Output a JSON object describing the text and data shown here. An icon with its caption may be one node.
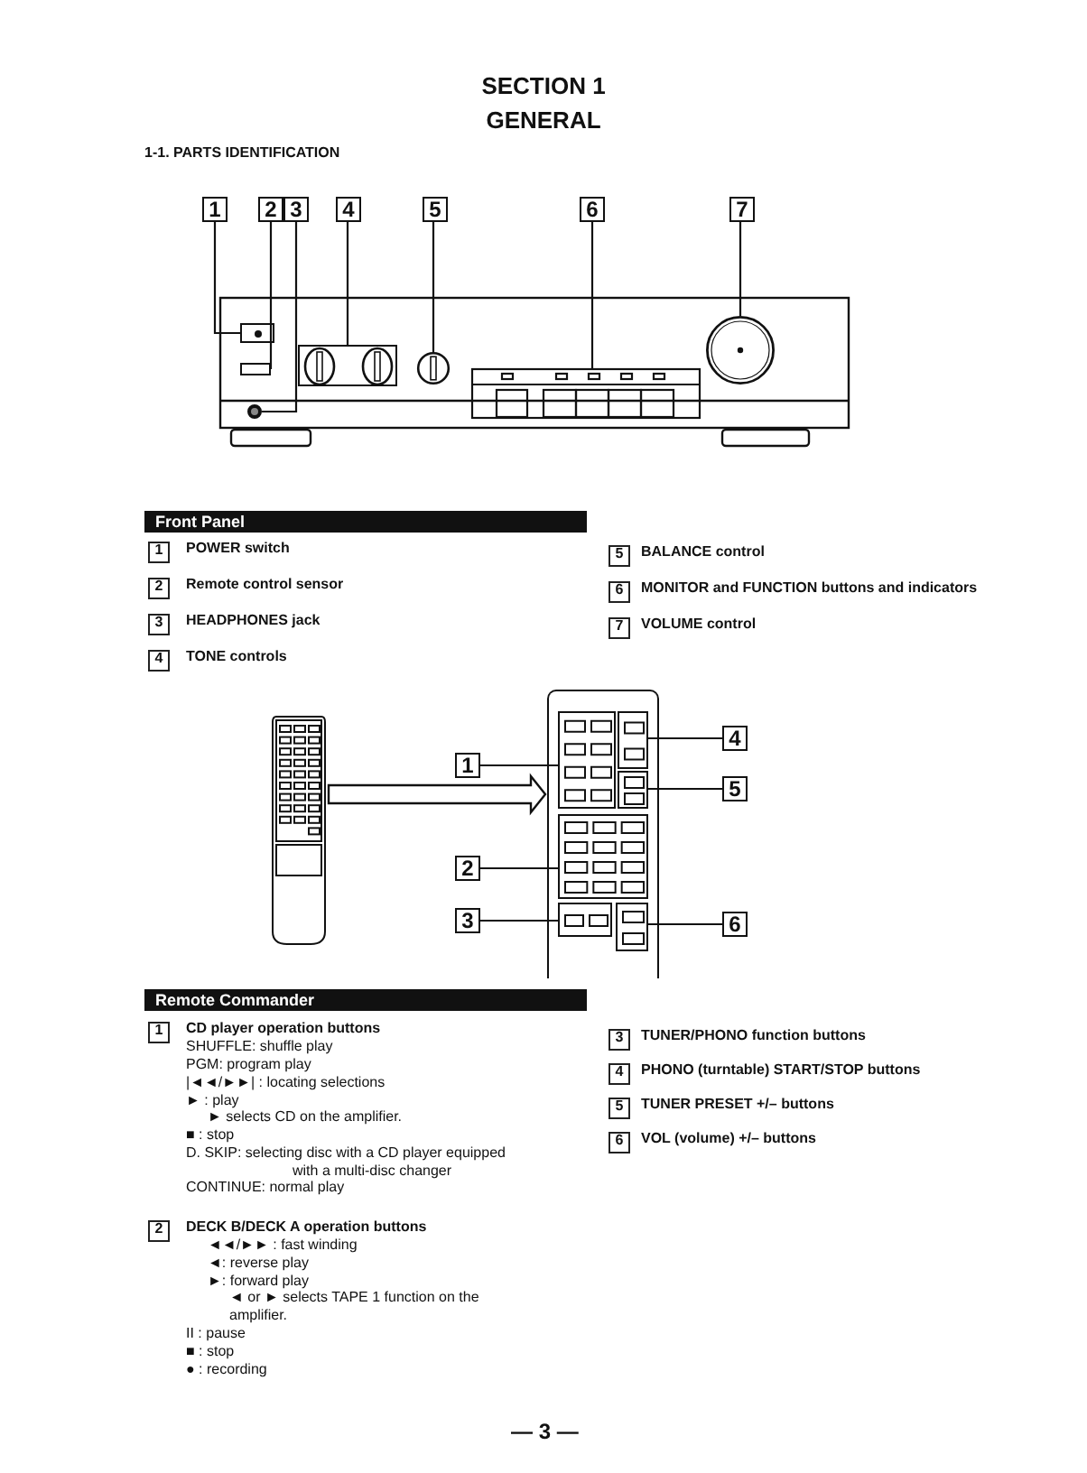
{
  "diagram": {
    "title": "SECTION 1 GENERAL",
    "nodes": [
      {
        "text": [
          "1"
        ]
      },
      {
        "text": [
          "2"
        ]
      },
      {
        "text": [
          "3"
        ]
      },
      {
        "text": [
          "4"
        ]
      },
      {
        "text": [
          "5"
        ]
      },
      {
        "text": [
          "6"
        ]
      },
      {
        "text": [
          "7"
        ]
      },
      {
        "text": [],
        "shape": "box"
      },
      {
        "text": [],
        "shape": "box"
      },
      {
        "text": [],
        "shape": "circle"
      },
      {
        "text": [],
        "shape": "box"
      },
      {
        "text": [],
        "shape": "circle"
      },
      {
        "text": [],
        "shape": "box"
      },
      {
        "text": [],
        "shape": "circle"
      },
      {
        "text": [
          "Front Panel"
        ]
      },
      {
        "text": [],
        "shape": "picture"
      },
      {
        "text": [],
        "shape": "box"
      },
      {
        "text": [],
        "shape": "box",
        "in": 16
      },
      {
        "text": [],
        "shape": "box",
        "in": 16
      },
      {
        "text": [],
        "shape": "box",
        "in": 16
      },
      {
        "text": [],
        "shape": "box",
        "in": 16
      },
      {
        "text": [],
        "shape": "box",
        "in": 16
      },
      {
        "text": [],
        "shape": "box",
        "in": 16
      },
      {
        "text": [
          "4"
        ]
      },
      {
        "text": [
          "1"
        ]
      },
      {
        "text": [
          "5"
        ]
      },
      {
        "text": [
          "2"
        ]
      },
      {
        "text": [
          "3"
        ]
      },
      {
        "text": [
          "6"
        ]
      },
      {
        "text": [
          "Remote Commander"
        ]
      }
    ],
    "edges": [
      {
        "from": 0,
        "to": 7,
        "arrow": "none"
      },
      {
        "from": 1,
        "to": 8,
        "arrow": "none"
      },
      {
        "from": 2,
        "to": 9,
        "arrow": "none"
      },
      {
        "from": 3,
        "to": 10,
        "arrow": "none"
      },
      {
        "from": 4,
        "to": 11,
        "arrow": "none"
      },
      {
        "from": 5,
        "to": 12,
        "arrow": "none"
      },
      {
        "from": 6,
        "to": 13,
        "arrow": "none"
      },
      {
        "from": 15,
        "to": 16,
        "arrow": "to"
      },
      {
        "from": 23,
        "to": 18,
        "arrow": "none"
      },
      {
        "from": 24,
        "to": 17,
        "arrow": "none"
      },
      {
        "from": 25,
        "to": 19,
        "arrow": "none"
      },
      {
        "from": 26,
        "to": 20,
        "arrow": "none"
      },
      {
        "from": 27,
        "to": 21,
        "arrow": "none"
      },
      {
        "from": 28,
        "to": 22,
        "arrow": "none"
      }
    ],
    "labels": [
      "1-1. PARTS IDENTIFICATION",
      "1",
      "POWER switch",
      "5",
      "BALANCE control",
      "2",
      "Remote control sensor",
      "6",
      "MONITOR and FUNCTION buttons and indicators",
      "3",
      "HEADPHONES jack",
      "7",
      "VOLUME control",
      "4",
      "TONE controls",
      "1",
      "CD player operation buttons",
      "3",
      "TUNER/PHONO function buttons",
      "SHUFFLE: shuffle play",
      "PGM: program play",
      "4",
      "PHONO (turntable) START/STOP buttons",
      "|◄◄/►►| : locating selections",
      "► : play",
      "5",
      "TUNER PRESET +/– buttons",
      "► selects CD on the amplifier.",
      "■ : stop",
      "6",
      "VOL (volume) +/– buttons",
      "D. SKIP: selecting disc with a CD player equipped with a multi-disc changer",
      "CONTINUE: normal play",
      "2",
      "DECK B/DECK A operation buttons",
      "◄◄/►► : fast winding",
      "◄: reverse play",
      "►: forward play",
      "◄ or ► selects TAPE 1 function on the amplifier.",
      "II : pause",
      "■ : stop",
      "● : recording",
      "— 3 —"
    ]
  }
}
